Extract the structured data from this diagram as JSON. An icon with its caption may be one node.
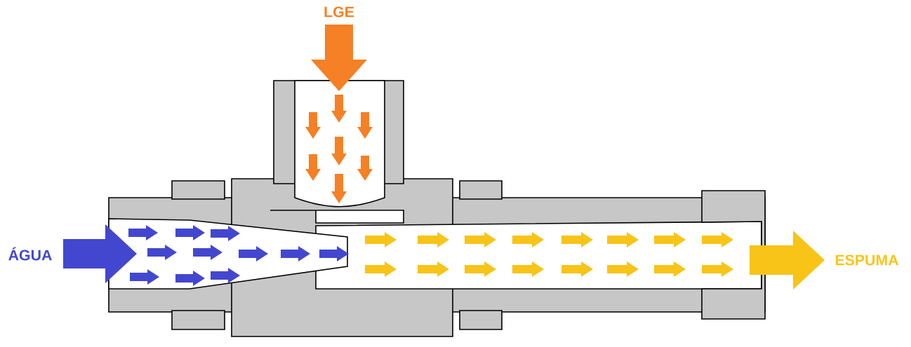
{
  "diagram": {
    "labels": [
      "LGE",
      "ÁGUA",
      "ESPUMA"
    ]
  }
}
